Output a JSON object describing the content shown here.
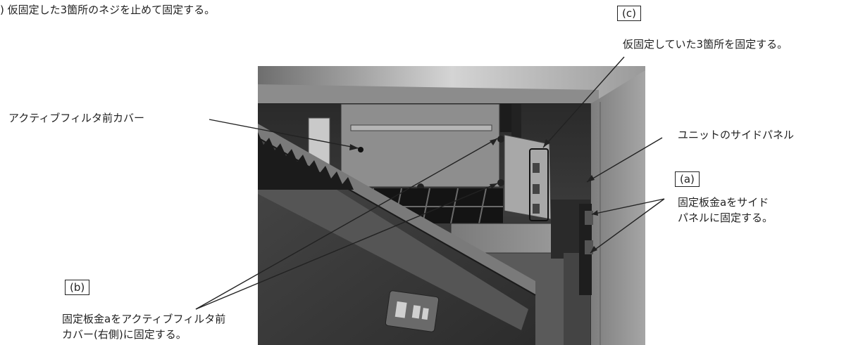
{
  "step_heading": ") 仮固定した3箇所のネジを止めて固定する。",
  "labels": {
    "front_cover": "アクティブフィルタ前カバー",
    "side_panel": "ユニットのサイドパネル"
  },
  "callouts": {
    "a": {
      "tag": "(a)",
      "lines": [
        "固定板金aをサイド",
        "パネルに固定する。"
      ]
    },
    "b": {
      "tag": "(b)",
      "lines": [
        "固定板金aをアクティブフィルタ前",
        "カバー(右側)に固定する。"
      ]
    },
    "c": {
      "tag": "(c)",
      "text": "仮固定していた3箇所を固定する。"
    }
  }
}
